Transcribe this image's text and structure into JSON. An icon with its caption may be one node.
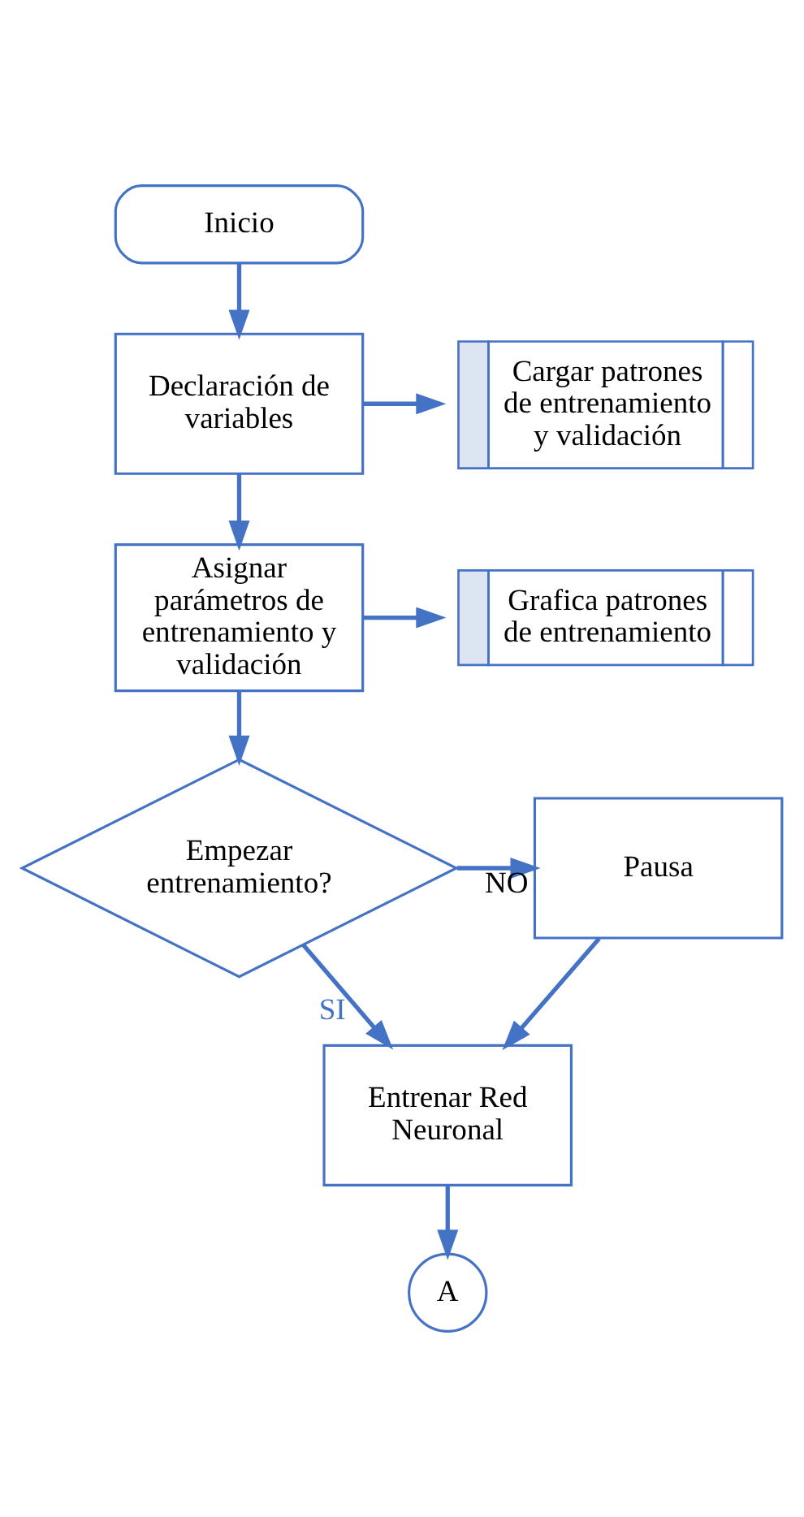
{
  "diagram": {
    "nodes": [
      {
        "text": [
          "Inicio"
        ]
      },
      {
        "text": [
          "Declaración de variables"
        ]
      },
      {
        "text": [
          "Cargar patrones de entrenamiento y validación"
        ]
      },
      {
        "text": [
          "Asignar parámetros de entrenamiento y validación"
        ]
      },
      {
        "text": [
          "Grafica patrones de entrenamiento"
        ]
      },
      {
        "text": [
          "Empezar entrenamiento?"
        ]
      },
      {
        "text": [
          "Pausa"
        ]
      },
      {
        "text": [
          "Entrenar Red Neuronal"
        ]
      },
      {
        "text": [
          "A"
        ]
      }
    ],
    "edges": [
      {
        "from": 0,
        "to": 1,
        "arrow": "to"
      },
      {
        "from": 1,
        "to": 2,
        "arrow": "to"
      },
      {
        "from": 1,
        "to": 3,
        "arrow": "to"
      },
      {
        "from": 3,
        "to": 4,
        "arrow": "to"
      },
      {
        "from": 3,
        "to": 5,
        "arrow": "to"
      },
      {
        "from": 5,
        "to": 6,
        "arrow": "to",
        "label": "NO"
      },
      {
        "from": 5,
        "to": 7,
        "arrow": "to",
        "label": "SI"
      },
      {
        "from": 6,
        "to": 7,
        "arrow": "to"
      },
      {
        "from": 7,
        "to": 8,
        "arrow": "to"
      }
    ]
  }
}
